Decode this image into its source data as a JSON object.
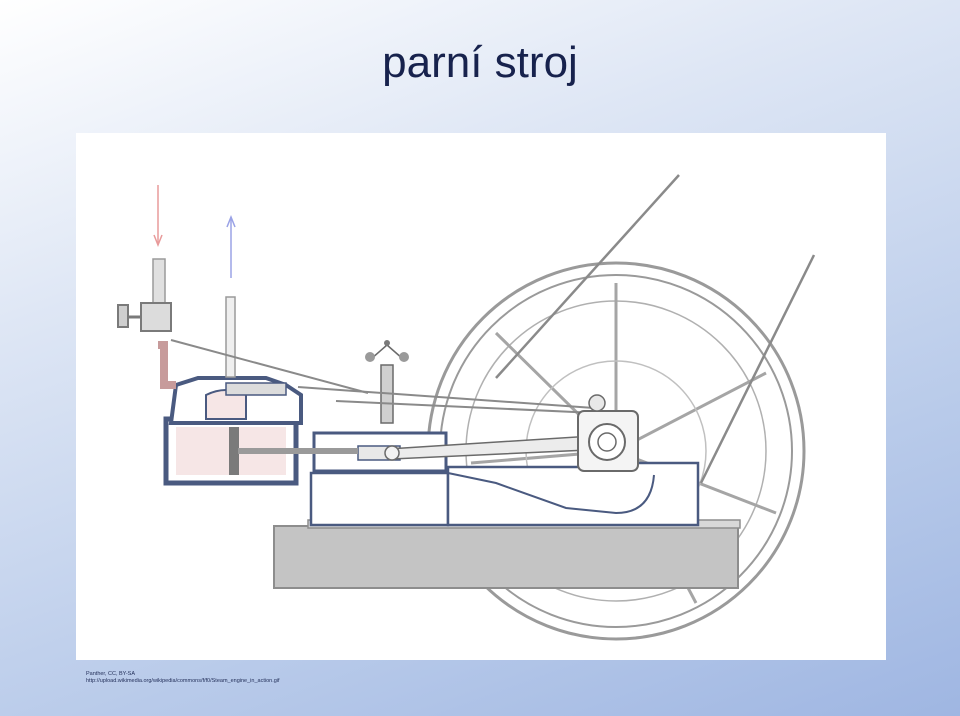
{
  "slide": {
    "title": "parní stroj"
  },
  "figure": {
    "subject": "steam engine cross-section animation frame",
    "credit_author": "Panther, CC, BY-SA",
    "credit_url": "http://upload.wikimedia.org/wikipedia/commons/f/f0/Steam_engine_in_action.gif",
    "colors": {
      "steam_in_arrow": "#e8a0a0",
      "exhaust_arrow": "#a0a8e8",
      "frame_outline": "#4a5a80",
      "metal": "#a8a8a8",
      "base": "#bdbdbd",
      "steam_pink": "#f5e0e0"
    }
  }
}
